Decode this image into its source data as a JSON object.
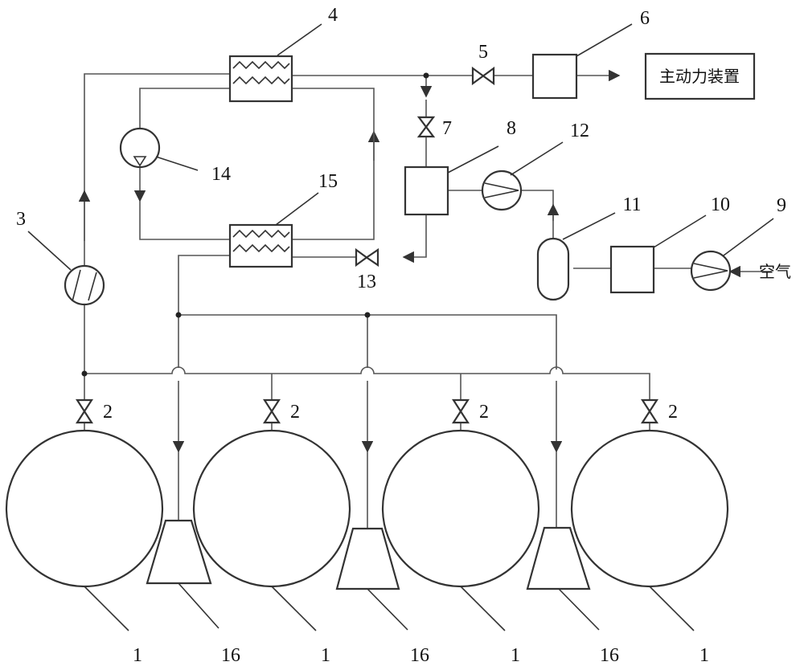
{
  "labels": {
    "tank": "1",
    "valve_tank": "2",
    "compressor_main": "3",
    "hx_top": "4",
    "valve_main": "5",
    "unit_6": "6",
    "valve_7": "7",
    "unit_8": "8",
    "compressor_air": "9",
    "unit_10": "10",
    "vessel_11": "11",
    "compressor_12": "12",
    "valve_13": "13",
    "pump_14": "14",
    "hx_bottom": "15",
    "expander": "16"
  },
  "text": {
    "main_power_device": "主动力装置",
    "air": "空气"
  }
}
